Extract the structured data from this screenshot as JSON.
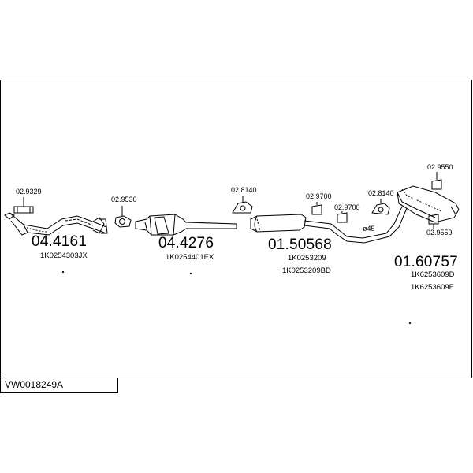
{
  "diagram": {
    "kit_code": "VW0018249A",
    "parts": [
      {
        "code": "04.4161",
        "ref": "1K0254303JX"
      },
      {
        "code": "04.4276",
        "ref": "1K0254401EX"
      },
      {
        "code": "01.50568",
        "ref": "1K0253209",
        "ref2": "1K0253209BD"
      },
      {
        "code": "01.60757",
        "ref": "1K6253609D",
        "ref2": "1K6253609E"
      }
    ],
    "accessories": [
      "02.9329",
      "02.9530",
      "02.8140",
      "02.9700",
      "02.9700",
      "02.8140",
      "02.9550",
      "02.9559"
    ],
    "pipe_diameter": "ø45"
  }
}
